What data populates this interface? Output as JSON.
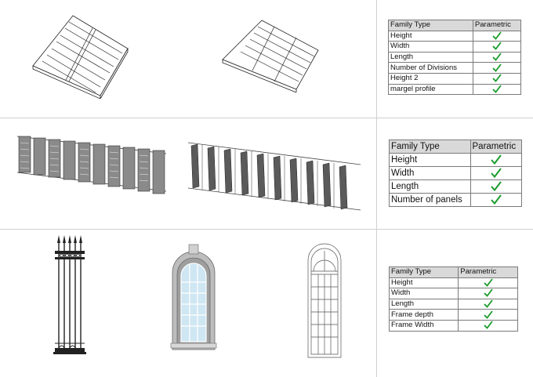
{
  "tables": [
    {
      "header": [
        "Family Type",
        "Parametric"
      ],
      "rows": [
        {
          "label": "Height",
          "checked": true
        },
        {
          "label": "Width",
          "checked": true
        },
        {
          "label": "Length",
          "checked": true
        },
        {
          "label": "Number of Divisions",
          "checked": true
        },
        {
          "label": "Height 2",
          "checked": true
        },
        {
          "label": "margel profile",
          "checked": true
        }
      ]
    },
    {
      "header": [
        "Family Type",
        "Parametric"
      ],
      "rows": [
        {
          "label": "Height",
          "checked": true
        },
        {
          "label": "Width",
          "checked": true
        },
        {
          "label": "Length",
          "checked": true
        },
        {
          "label": "Number of panels",
          "checked": true
        }
      ]
    },
    {
      "header": [
        "Family Type",
        "Parametric"
      ],
      "rows": [
        {
          "label": "Height",
          "checked": true
        },
        {
          "label": "Width",
          "checked": true
        },
        {
          "label": "Length",
          "checked": true
        },
        {
          "label": "Frame depth",
          "checked": true
        },
        {
          "label": "Frame Width",
          "checked": true
        }
      ]
    }
  ],
  "colors": {
    "checkmark": "#1a9b2c",
    "table_header_bg": "#d9d9d9",
    "grid_line": "#cfcfcf",
    "glass": "#cfe6f3",
    "frame_gray": "#bdbdbd"
  },
  "icons": {
    "check": "checkmark-icon"
  }
}
